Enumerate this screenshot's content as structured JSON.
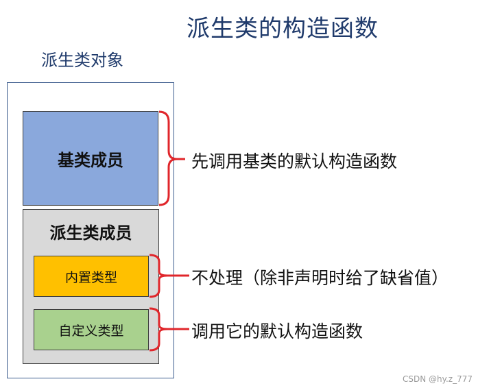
{
  "title": "派生类的构造函数",
  "object_label": "派生类对象",
  "boxes": {
    "base_members": "基类成员",
    "derived_members": "派生类成员",
    "builtin_types": "内置类型",
    "custom_types": "自定义类型"
  },
  "notes": {
    "base": "先调用基类的默认构造函数",
    "builtin": "不处理（除非声明时给了缺省值）",
    "custom": "调用它的默认构造函数"
  },
  "colors": {
    "brace": "#e0262b",
    "base_fill": "#8aa8dc",
    "derived_fill": "#d9d9d9",
    "builtin_fill": "#ffc000",
    "custom_fill": "#a9d18e"
  },
  "watermark": "CSDN @hy.z_777"
}
